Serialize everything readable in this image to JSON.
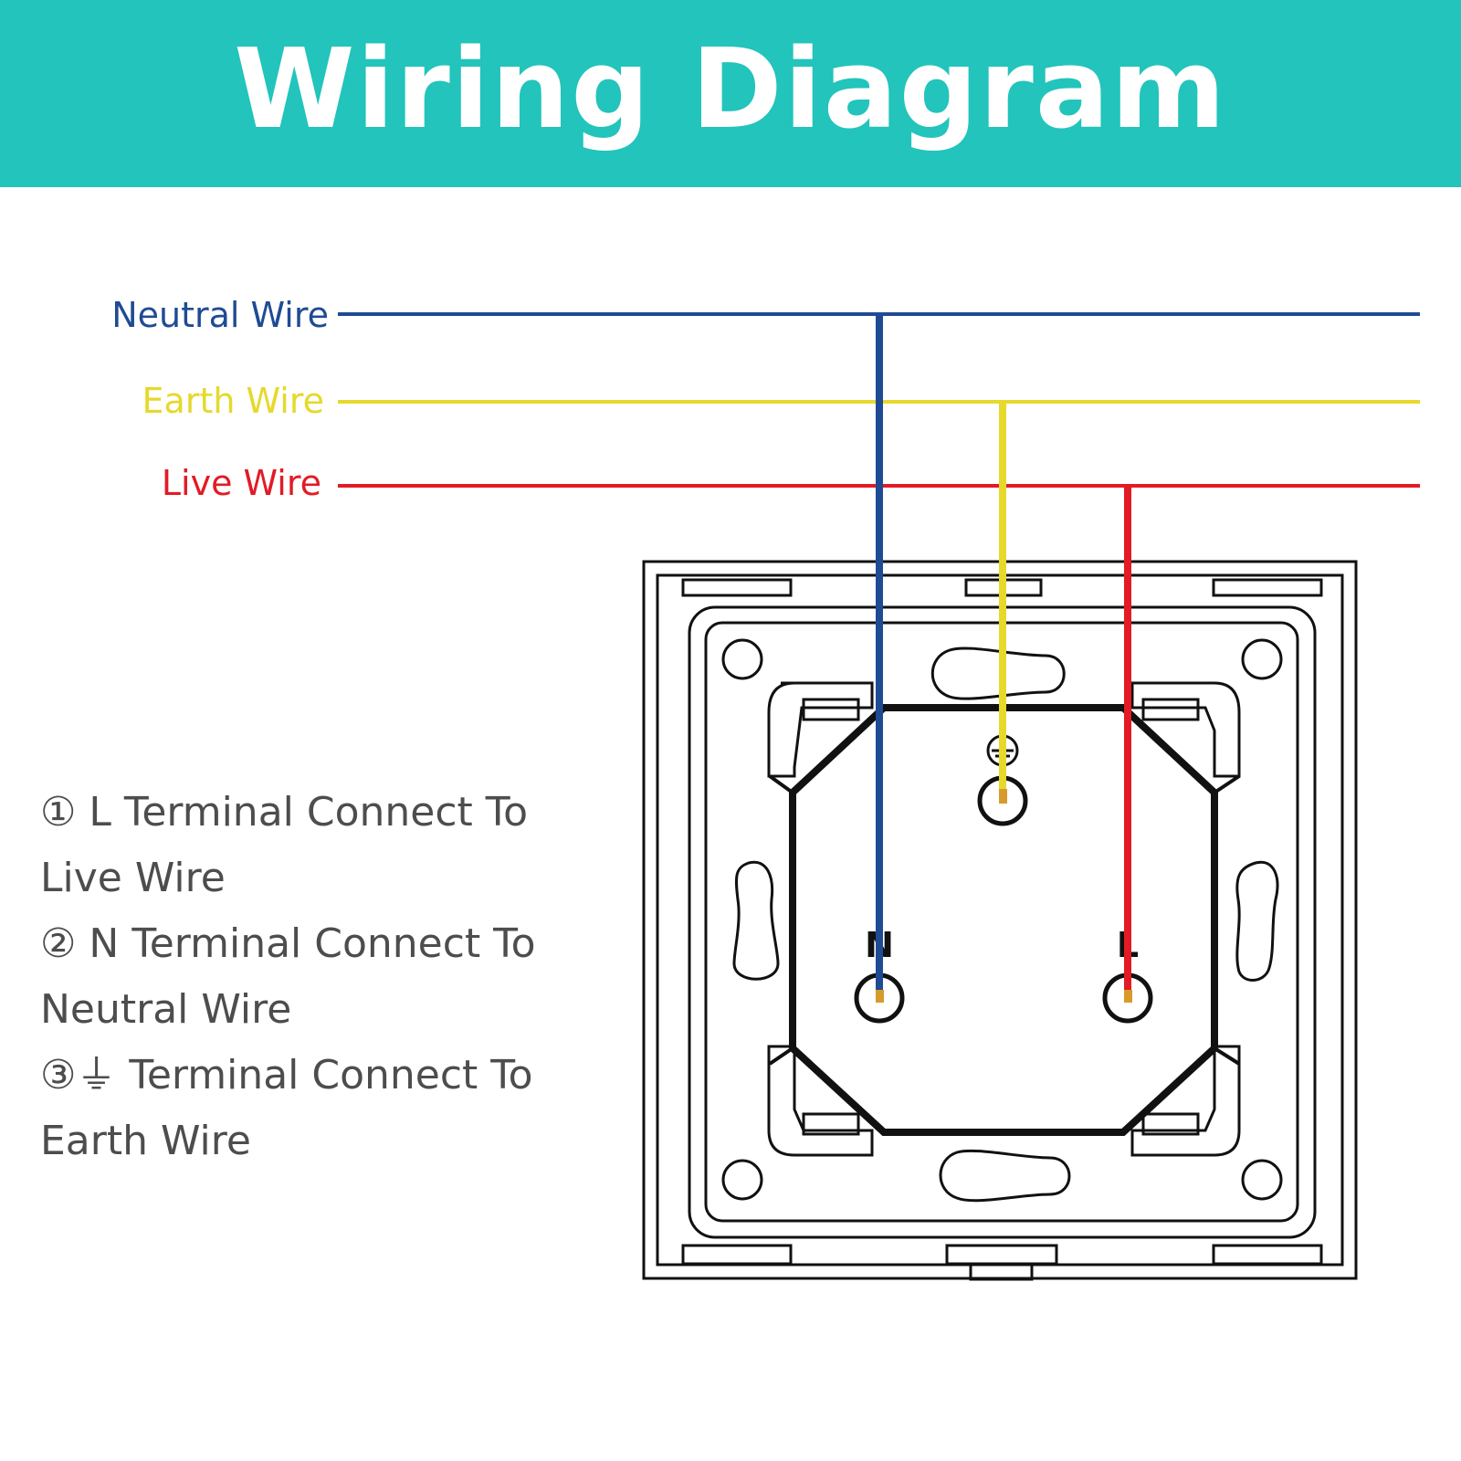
{
  "header": {
    "title": "Wiring Diagram",
    "bg_color": "#22c4bb"
  },
  "wires": [
    {
      "key": "neutral",
      "label": "Neutral Wire",
      "color": "#1f4b94"
    },
    {
      "key": "earth",
      "label": "Earth Wire",
      "color": "#e6d92c"
    },
    {
      "key": "live",
      "label": "Live Wire",
      "color": "#e21b25"
    }
  ],
  "instructions": [
    {
      "line1": "① L Terminal Connect To",
      "line2": "Live Wire"
    },
    {
      "line1": "② N Terminal Connect To",
      "line2": "Neutral Wire"
    },
    {
      "line1": "③⏚ Terminal Connect To",
      "line2": "Earth Wire"
    }
  ],
  "terminals": {
    "neutral": {
      "label": "N"
    },
    "live": {
      "label": "L"
    },
    "earth": {
      "icon": "ground-symbol-icon"
    }
  },
  "text_color": "#4d4d4d",
  "outline_color": "#111111"
}
